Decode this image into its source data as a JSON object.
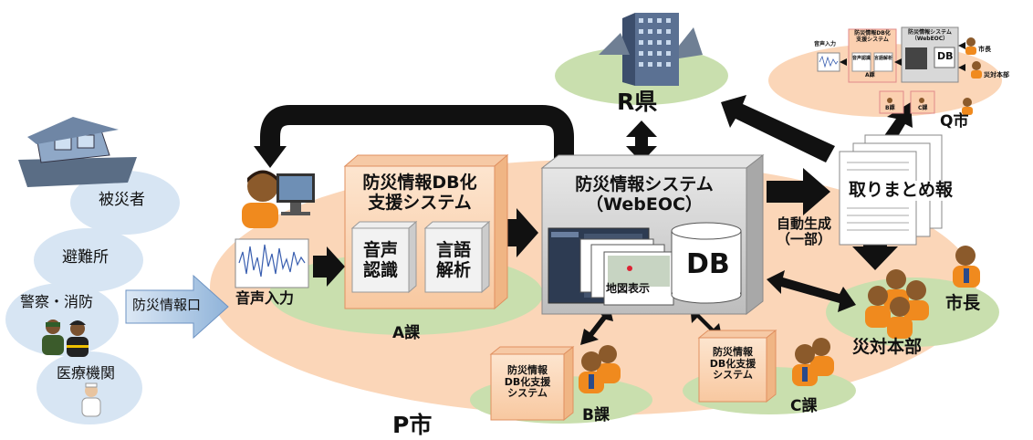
{
  "victims": {
    "items": [
      "被災者",
      "避難所",
      "警察・消防",
      "医療機関"
    ]
  },
  "input_arrow_label": "防災情報口",
  "voice_input_label": "音声入力",
  "section_a": {
    "title_line1": "防災情報DB化",
    "title_line2": "支援システム",
    "speech_line1": "音声",
    "speech_line2": "認識",
    "lang_line1": "言語",
    "lang_line2": "解析",
    "group_label": "A課"
  },
  "webeoc": {
    "title_line1": "防災情報システム",
    "title_line2": "（WebEOC）",
    "map_label": "地図表示",
    "db_label": "DB"
  },
  "auto_generate": {
    "line1": "自動生成",
    "line2": "（一部）"
  },
  "summary_report_label": "取りまとめ報",
  "prefecture_label": "R県",
  "city_p_label": "P市",
  "city_q_label": "Q市",
  "division_b": {
    "sys_line1": "防災情報",
    "sys_line2": "DB化支援",
    "sys_line3": "システム",
    "label": "B課"
  },
  "division_c": {
    "sys_line1": "防災情報",
    "sys_line2": "DB化支援",
    "sys_line3": "システム",
    "label": "C課"
  },
  "hq": {
    "mayor_label": "市長",
    "hq_label": "災対本部"
  },
  "q_mini": {
    "voice": "音声入力",
    "db_sys_line1": "防災情報DB化",
    "db_sys_line2": "支援システム",
    "speech": "音声認識",
    "lang": "言語解析",
    "a_div": "A課",
    "eoc_line1": "防災情報システム",
    "eoc_line2": "（WebEOC）",
    "db": "DB",
    "mayor": "市長",
    "hq": "災対本部",
    "b_div": "B課",
    "c_div": "C課"
  }
}
